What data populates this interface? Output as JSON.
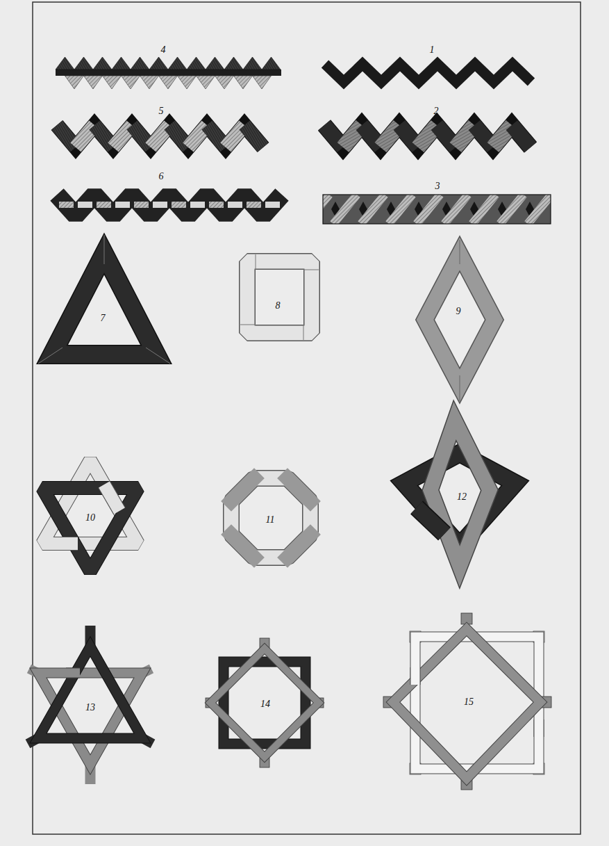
{
  "diagram": {
    "labels": [
      "4",
      "1",
      "5",
      "2",
      "6",
      "3",
      "7",
      "8",
      "9",
      "10",
      "11",
      "12",
      "13",
      "14",
      "15"
    ]
  }
}
